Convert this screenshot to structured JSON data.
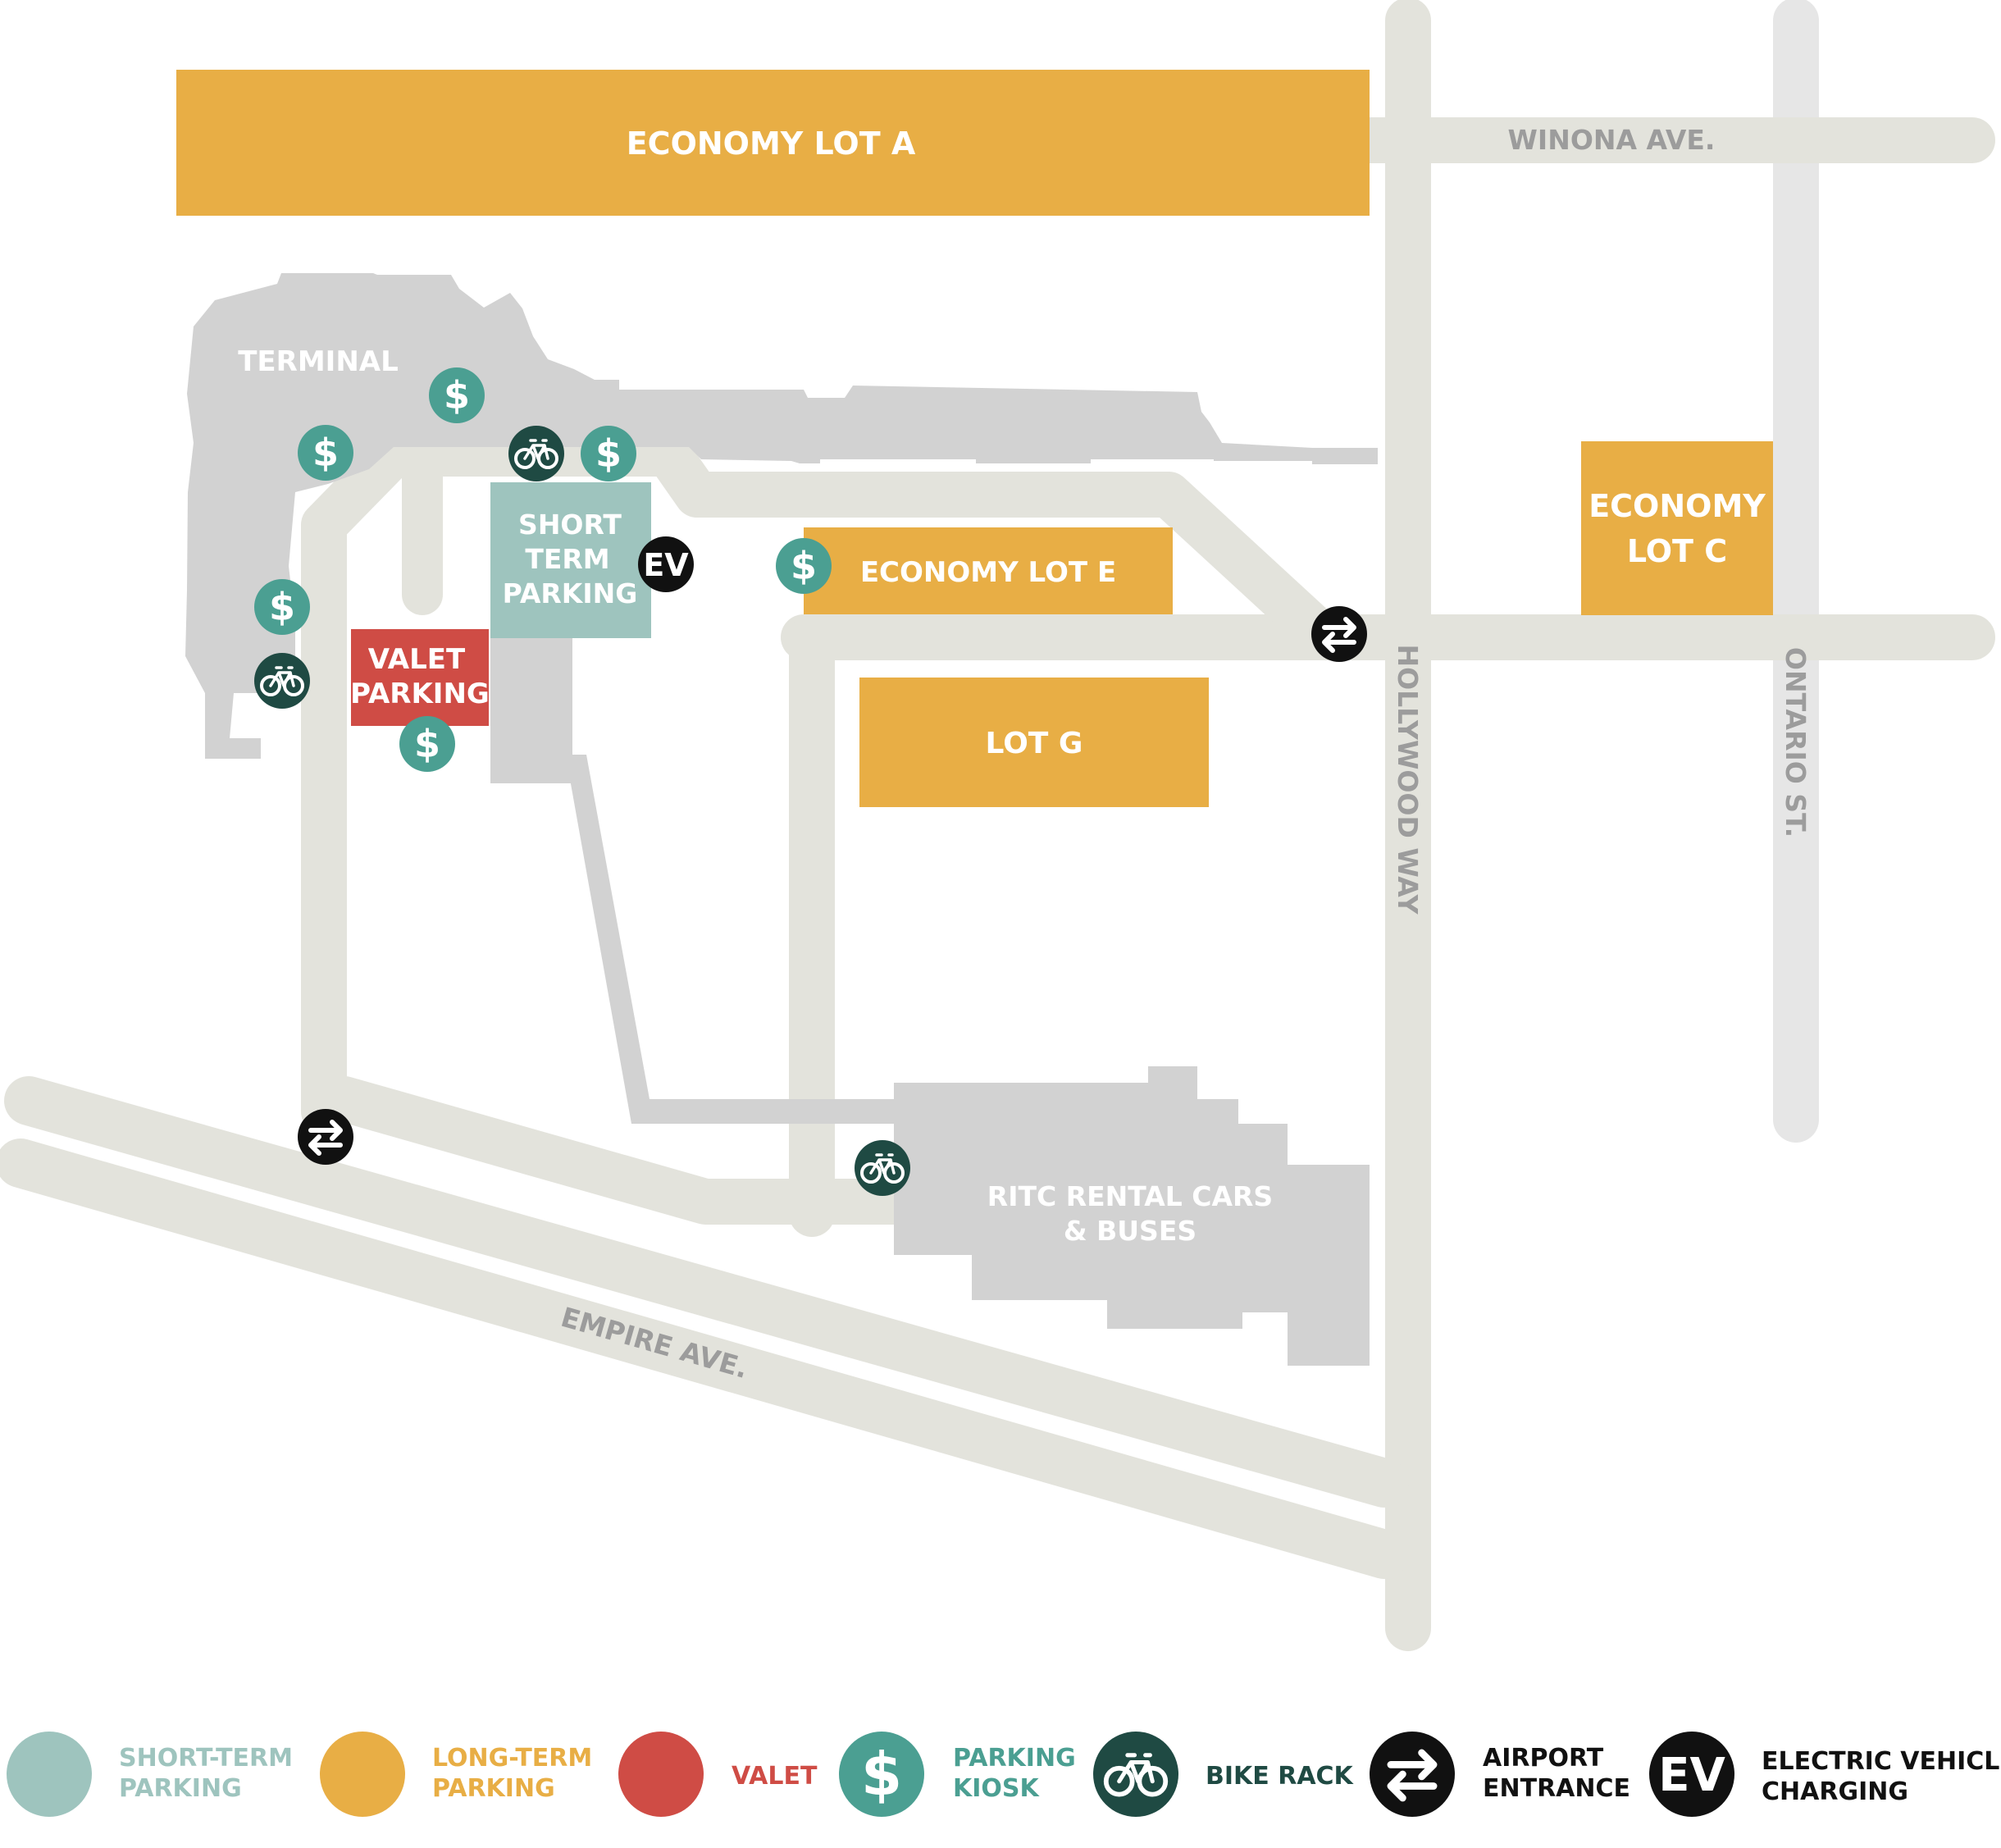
{
  "colors": {
    "road": "#e3e3dc",
    "road_alt": "#e6e6e6",
    "building": "#d2d2d2",
    "short_term": "#9ec4be",
    "long_term": "#e8ae45",
    "valet": "#cf4c45",
    "kiosk": "#4b9f92",
    "bike": "#1f4a43",
    "black": "#111111",
    "road_label": "#9c9c9c",
    "white": "#ffffff"
  },
  "lots": {
    "economy_a": "ECONOMY LOT A",
    "economy_c_line1": "ECONOMY",
    "economy_c_line2": "LOT C",
    "economy_e": "ECONOMY LOT E",
    "lot_g": "LOT G",
    "short_term_line1": "SHORT",
    "short_term_line2": "TERM",
    "short_term_line3": "PARKING",
    "valet_line1": "VALET",
    "valet_line2": "PARKING"
  },
  "places": {
    "terminal": "TERMINAL",
    "rental_line1": "RITC RENTAL CARS",
    "rental_line2": "& BUSES"
  },
  "streets": {
    "winona": "WINONA AVE.",
    "hollywood": "HOLLYWOOD WAY",
    "ontario": "ONTARIO ST.",
    "empire": "EMPIRE AVE."
  },
  "icons": {
    "kiosk_glyph": "$",
    "ev_glyph": "EV"
  },
  "legend": {
    "short_term_1": "SHORT-TERM",
    "short_term_2": "PARKING",
    "long_term_1": "LONG-TERM",
    "long_term_2": "PARKING",
    "valet": "VALET",
    "kiosk_1": "PARKING",
    "kiosk_2": "KIOSK",
    "bike": "BIKE RACK",
    "entrance_1": "AIRPORT",
    "entrance_2": "ENTRANCE",
    "ev_1": "ELECTRIC VEHICLE",
    "ev_2": "CHARGING"
  }
}
